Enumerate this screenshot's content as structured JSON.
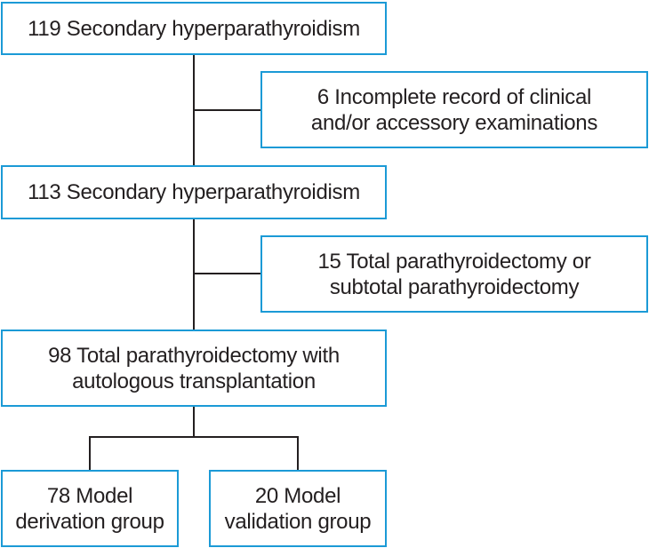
{
  "flowchart": {
    "step1": {
      "text": "119 Secondary hyperparathyroidism"
    },
    "exclusion1": {
      "line1": "6 Incomplete record of clinical",
      "line2": "and/or accessory examinations"
    },
    "step2": {
      "text": "113 Secondary hyperparathyroidism"
    },
    "exclusion2": {
      "line1": "15 Total parathyroidectomy or",
      "line2": "subtotal parathyroidectomy"
    },
    "step3": {
      "line1": "98 Total parathyroidectomy with",
      "line2": "autologous transplantation"
    },
    "derivation": {
      "line1": "78 Model",
      "line2": "derivation group"
    },
    "validation": {
      "line1": "20 Model",
      "line2": "validation group"
    }
  },
  "colors": {
    "box_border": "#1b9ad6",
    "connector": "#231f20",
    "text": "#231f20"
  }
}
